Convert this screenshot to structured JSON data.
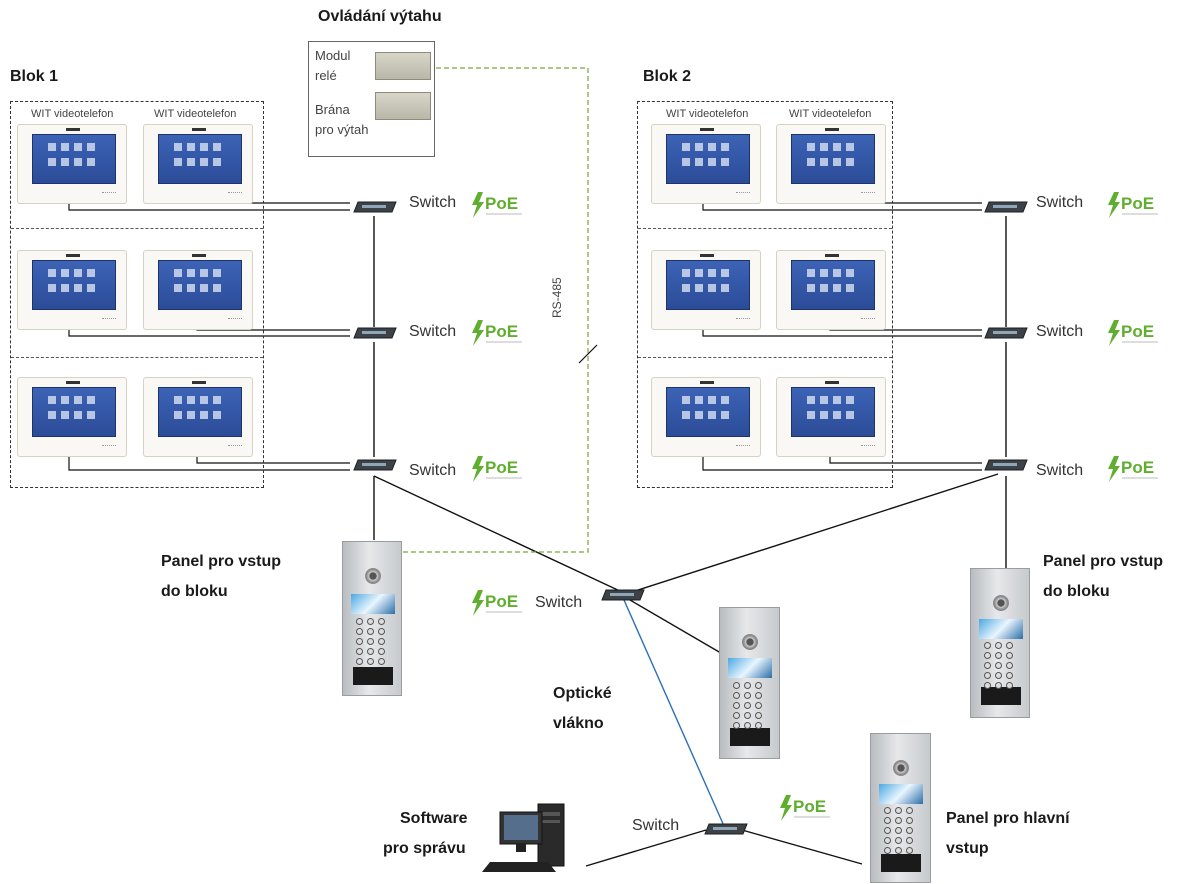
{
  "lift": {
    "title": "Ovládání výtahu",
    "relay_module_line1": "Modul",
    "relay_module_line2": "relé",
    "gateway_line1": "Brána",
    "gateway_line2": "pro výtah"
  },
  "block1": {
    "title": "Blok 1",
    "col1_label": "WIT videotelefon",
    "col2_label": "WIT videotelefon"
  },
  "block2": {
    "title": "Blok 2",
    "col1_label": "WIT videotelefon",
    "col2_label": "WIT videotelefon"
  },
  "switch_label": "Switch",
  "poe_label": "PoE",
  "rs485_label": "RS-485",
  "panel_block1": {
    "line1": "Panel pro vstup",
    "line2": "do bloku"
  },
  "panel_block2": {
    "line1": "Panel pro vstup",
    "line2": "do bloku"
  },
  "fiber": {
    "line1": "Optické",
    "line2": "vlákno"
  },
  "software": {
    "line1": "Software",
    "line2": "pro správu"
  },
  "panel_main": {
    "line1": "Panel pro hlavní",
    "line2": "vstup"
  },
  "colors": {
    "rs485_line": "#7aa63a",
    "fiber_line": "#2d6fb7",
    "poe_green": "#5fae2e",
    "screen_blue": "#3d63b6"
  }
}
